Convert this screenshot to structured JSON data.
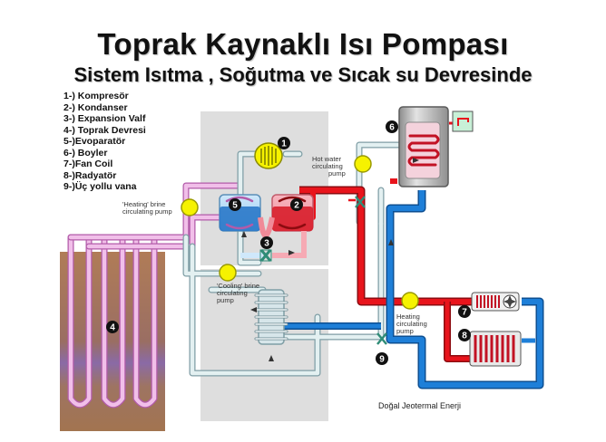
{
  "header": {
    "title": "Toprak Kaynaklı Isı Pompası",
    "subtitle": "Sistem Isıtma , Soğutma ve Sıcak su Devresinde"
  },
  "legend": [
    "1-) Kompresör",
    "2-) Kondanser",
    "3-) Expansion Valf",
    "4-) Toprak Devresi",
    "5-)Evoparatör",
    "6-) Boyler",
    "7-)Fan Coil",
    "8-)Radyatör",
    "9-)Üç yollu vana"
  ],
  "markers": [
    "1",
    "2",
    "3",
    "4",
    "5",
    "6",
    "7",
    "8",
    "9"
  ],
  "labels": {
    "hot_water_pump": [
      "Hot water",
      "circulating",
      "pump"
    ],
    "heating_brine_pump": [
      "'Heating' brine",
      "circulating pump"
    ],
    "cooling_brine_pump": [
      "'Cooling' brine",
      "circulating",
      "pump"
    ],
    "heating_pump": [
      "Heating",
      "circulating",
      "pump"
    ],
    "footer": "Doğal Jeotermal Enerji"
  },
  "colors": {
    "hot": "#e8141c",
    "cold": "#1e7fd8",
    "brine": "#e07ad4",
    "pale_pipe": "#cfe3e6",
    "ground": "#a97654",
    "machine_room": "#dedede",
    "pump": "#f6f200"
  }
}
